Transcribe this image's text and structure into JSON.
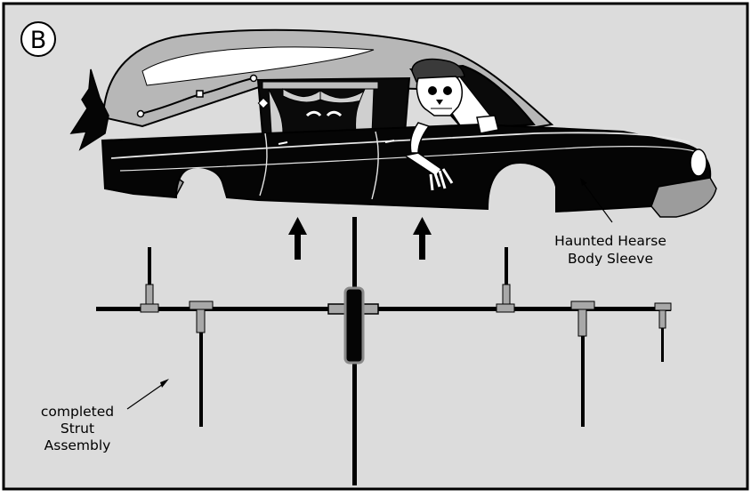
{
  "panel": {
    "badge": "B"
  },
  "labels": {
    "body_sleeve": [
      "Haunted Hearse",
      "Body Sleeve"
    ],
    "strut_assembly": [
      "completed",
      "Strut",
      "Assembly"
    ]
  },
  "colors": {
    "panel_bg": "#dcdcdc",
    "border": "#000000",
    "hearse_body": "#050505",
    "roof": "#b4b4b4",
    "part_gray": "#9a9a9a"
  }
}
